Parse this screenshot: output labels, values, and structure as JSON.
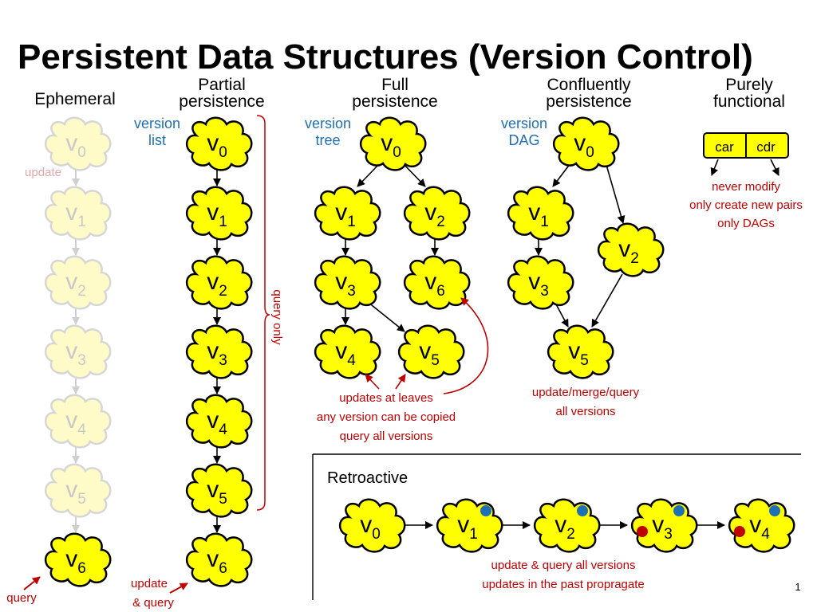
{
  "title": "Persistent Data Structures (Version Control)",
  "page_number": "1",
  "colors": {
    "node_fill": "#ffff00",
    "node_stroke": "#000000",
    "faded_fill": "#fffbc8",
    "faded_stroke": "#d6d6d6",
    "annotation": "#c00000",
    "label_blue": "#1f6fb4",
    "dot_blue": "#1f6fb4",
    "dot_red": "#c00000"
  },
  "columns": {
    "ephemeral": {
      "heading": "Ephemeral",
      "update_label": "update",
      "query_label": "query"
    },
    "partial": {
      "heading_line1": "Partial",
      "heading_line2": "persistence",
      "kind_line1": "version",
      "kind_line2": "list",
      "side_label": "query only",
      "note_line1": "update",
      "note_line2": "& query"
    },
    "full": {
      "heading_line1": "Full",
      "heading_line2": "persistence",
      "kind_line1": "version",
      "kind_line2": "tree",
      "note_line1": "updates at leaves",
      "note_line2": "any version can be copied",
      "note_line3": "query all versions"
    },
    "confluent": {
      "heading_line1": "Confluently",
      "heading_line2": "persistence",
      "kind_line1": "version",
      "kind_line2": "DAG",
      "note_line1": "update/merge/query",
      "note_line2": "all versions"
    },
    "functional": {
      "heading_line1": "Purely",
      "heading_line2": "functional",
      "pair_left": "car",
      "pair_right": "cdr",
      "note_line1": "never modify",
      "note_line2": "only create new pairs",
      "note_line3": "only DAGs"
    },
    "retroactive": {
      "heading": "Retroactive",
      "note_line1": "update & query all versions",
      "note_line2": "updates in the past propragate"
    }
  },
  "nodes": {
    "e0": {
      "base": "v",
      "sub": "0"
    },
    "e1": {
      "base": "v",
      "sub": "1"
    },
    "e2": {
      "base": "v",
      "sub": "2"
    },
    "e3": {
      "base": "v",
      "sub": "3"
    },
    "e4": {
      "base": "v",
      "sub": "4"
    },
    "e5": {
      "base": "v",
      "sub": "5"
    },
    "e6": {
      "base": "v",
      "sub": "6"
    },
    "p0": {
      "base": "v",
      "sub": "0"
    },
    "p1": {
      "base": "v",
      "sub": "1"
    },
    "p2": {
      "base": "v",
      "sub": "2"
    },
    "p3": {
      "base": "v",
      "sub": "3"
    },
    "p4": {
      "base": "v",
      "sub": "4"
    },
    "p5": {
      "base": "v",
      "sub": "5"
    },
    "p6": {
      "base": "v",
      "sub": "6"
    },
    "f0": {
      "base": "v",
      "sub": "0"
    },
    "f1": {
      "base": "v",
      "sub": "1"
    },
    "f2": {
      "base": "v",
      "sub": "2"
    },
    "f3": {
      "base": "v",
      "sub": "3"
    },
    "f6": {
      "base": "v",
      "sub": "6"
    },
    "f4": {
      "base": "v",
      "sub": "4"
    },
    "f5": {
      "base": "v",
      "sub": "5"
    },
    "c0": {
      "base": "v",
      "sub": "0"
    },
    "c1": {
      "base": "v",
      "sub": "1"
    },
    "c2": {
      "base": "v",
      "sub": "2"
    },
    "c3": {
      "base": "v",
      "sub": "3"
    },
    "c5": {
      "base": "v",
      "sub": "5"
    },
    "r0": {
      "base": "v",
      "sub": "0"
    },
    "r1": {
      "base": "v",
      "sub": "1"
    },
    "r2": {
      "base": "v",
      "sub": "2"
    },
    "r3": {
      "base": "v",
      "sub": "3"
    },
    "r4": {
      "base": "v",
      "sub": "4"
    }
  }
}
